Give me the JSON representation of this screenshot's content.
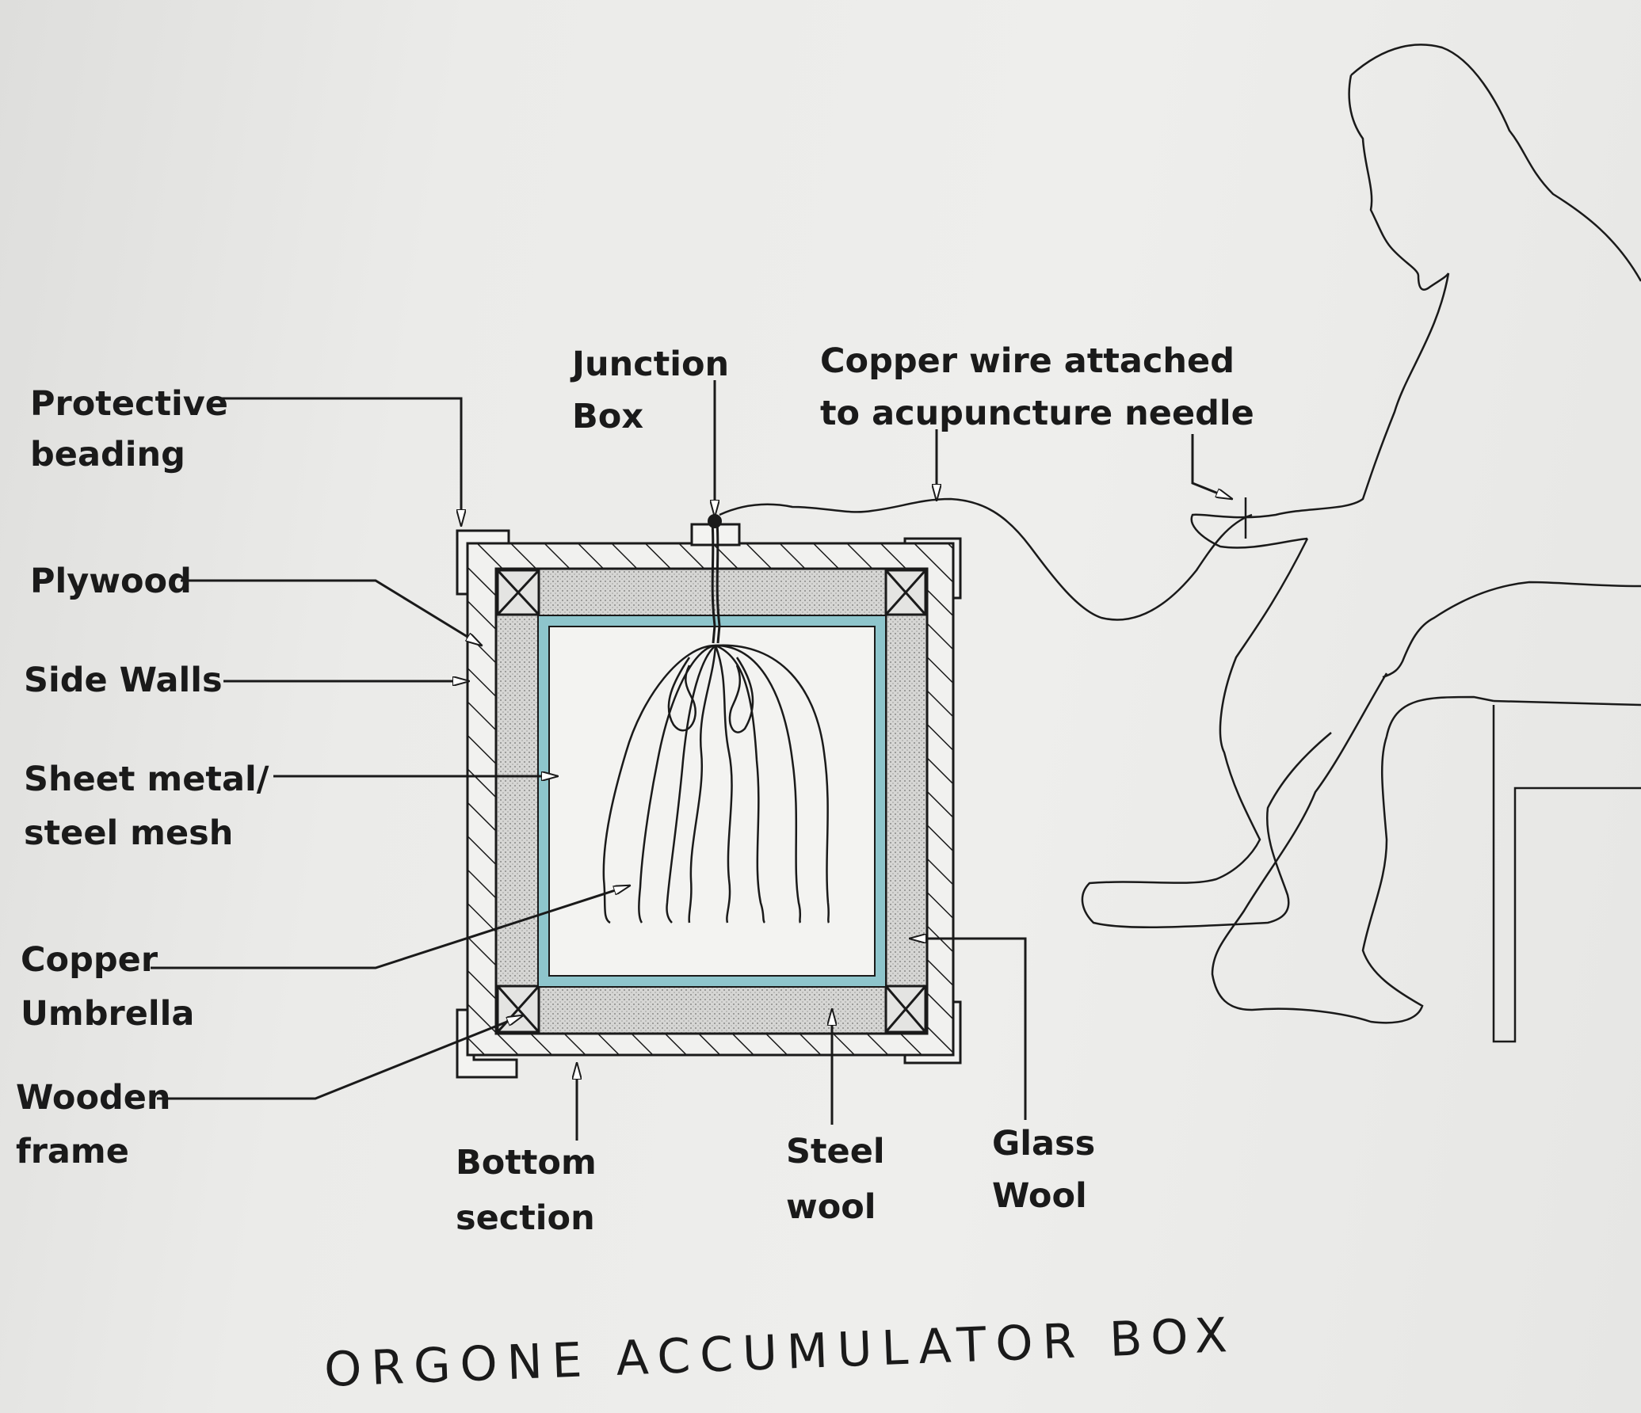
{
  "title": "ORGONE ACCUMULATOR BOX",
  "labels": {
    "protective_beading": [
      "Protective",
      "beading"
    ],
    "plywood": [
      "Plywood"
    ],
    "side_walls": [
      "Side  Walls"
    ],
    "sheet_metal": [
      "Sheet  metal/",
      "steel  mesh"
    ],
    "copper_umbrella": [
      "Copper",
      "Umbrella"
    ],
    "wooden_frame": [
      "Wooden",
      "frame"
    ],
    "junction_box": [
      "Junction",
      "Box"
    ],
    "copper_wire": [
      "Copper  wire  attached",
      "to  acupuncture  needle"
    ],
    "bottom_section": [
      "Bottom",
      "section"
    ],
    "steel_wool": [
      "Steel",
      "wool"
    ],
    "glass_wool": [
      "Glass",
      "Wool"
    ]
  },
  "colors": {
    "ink": "#1a1a1a",
    "sheet_metal": "#8ec5cc",
    "wool_fill": "#d2d2d0"
  }
}
